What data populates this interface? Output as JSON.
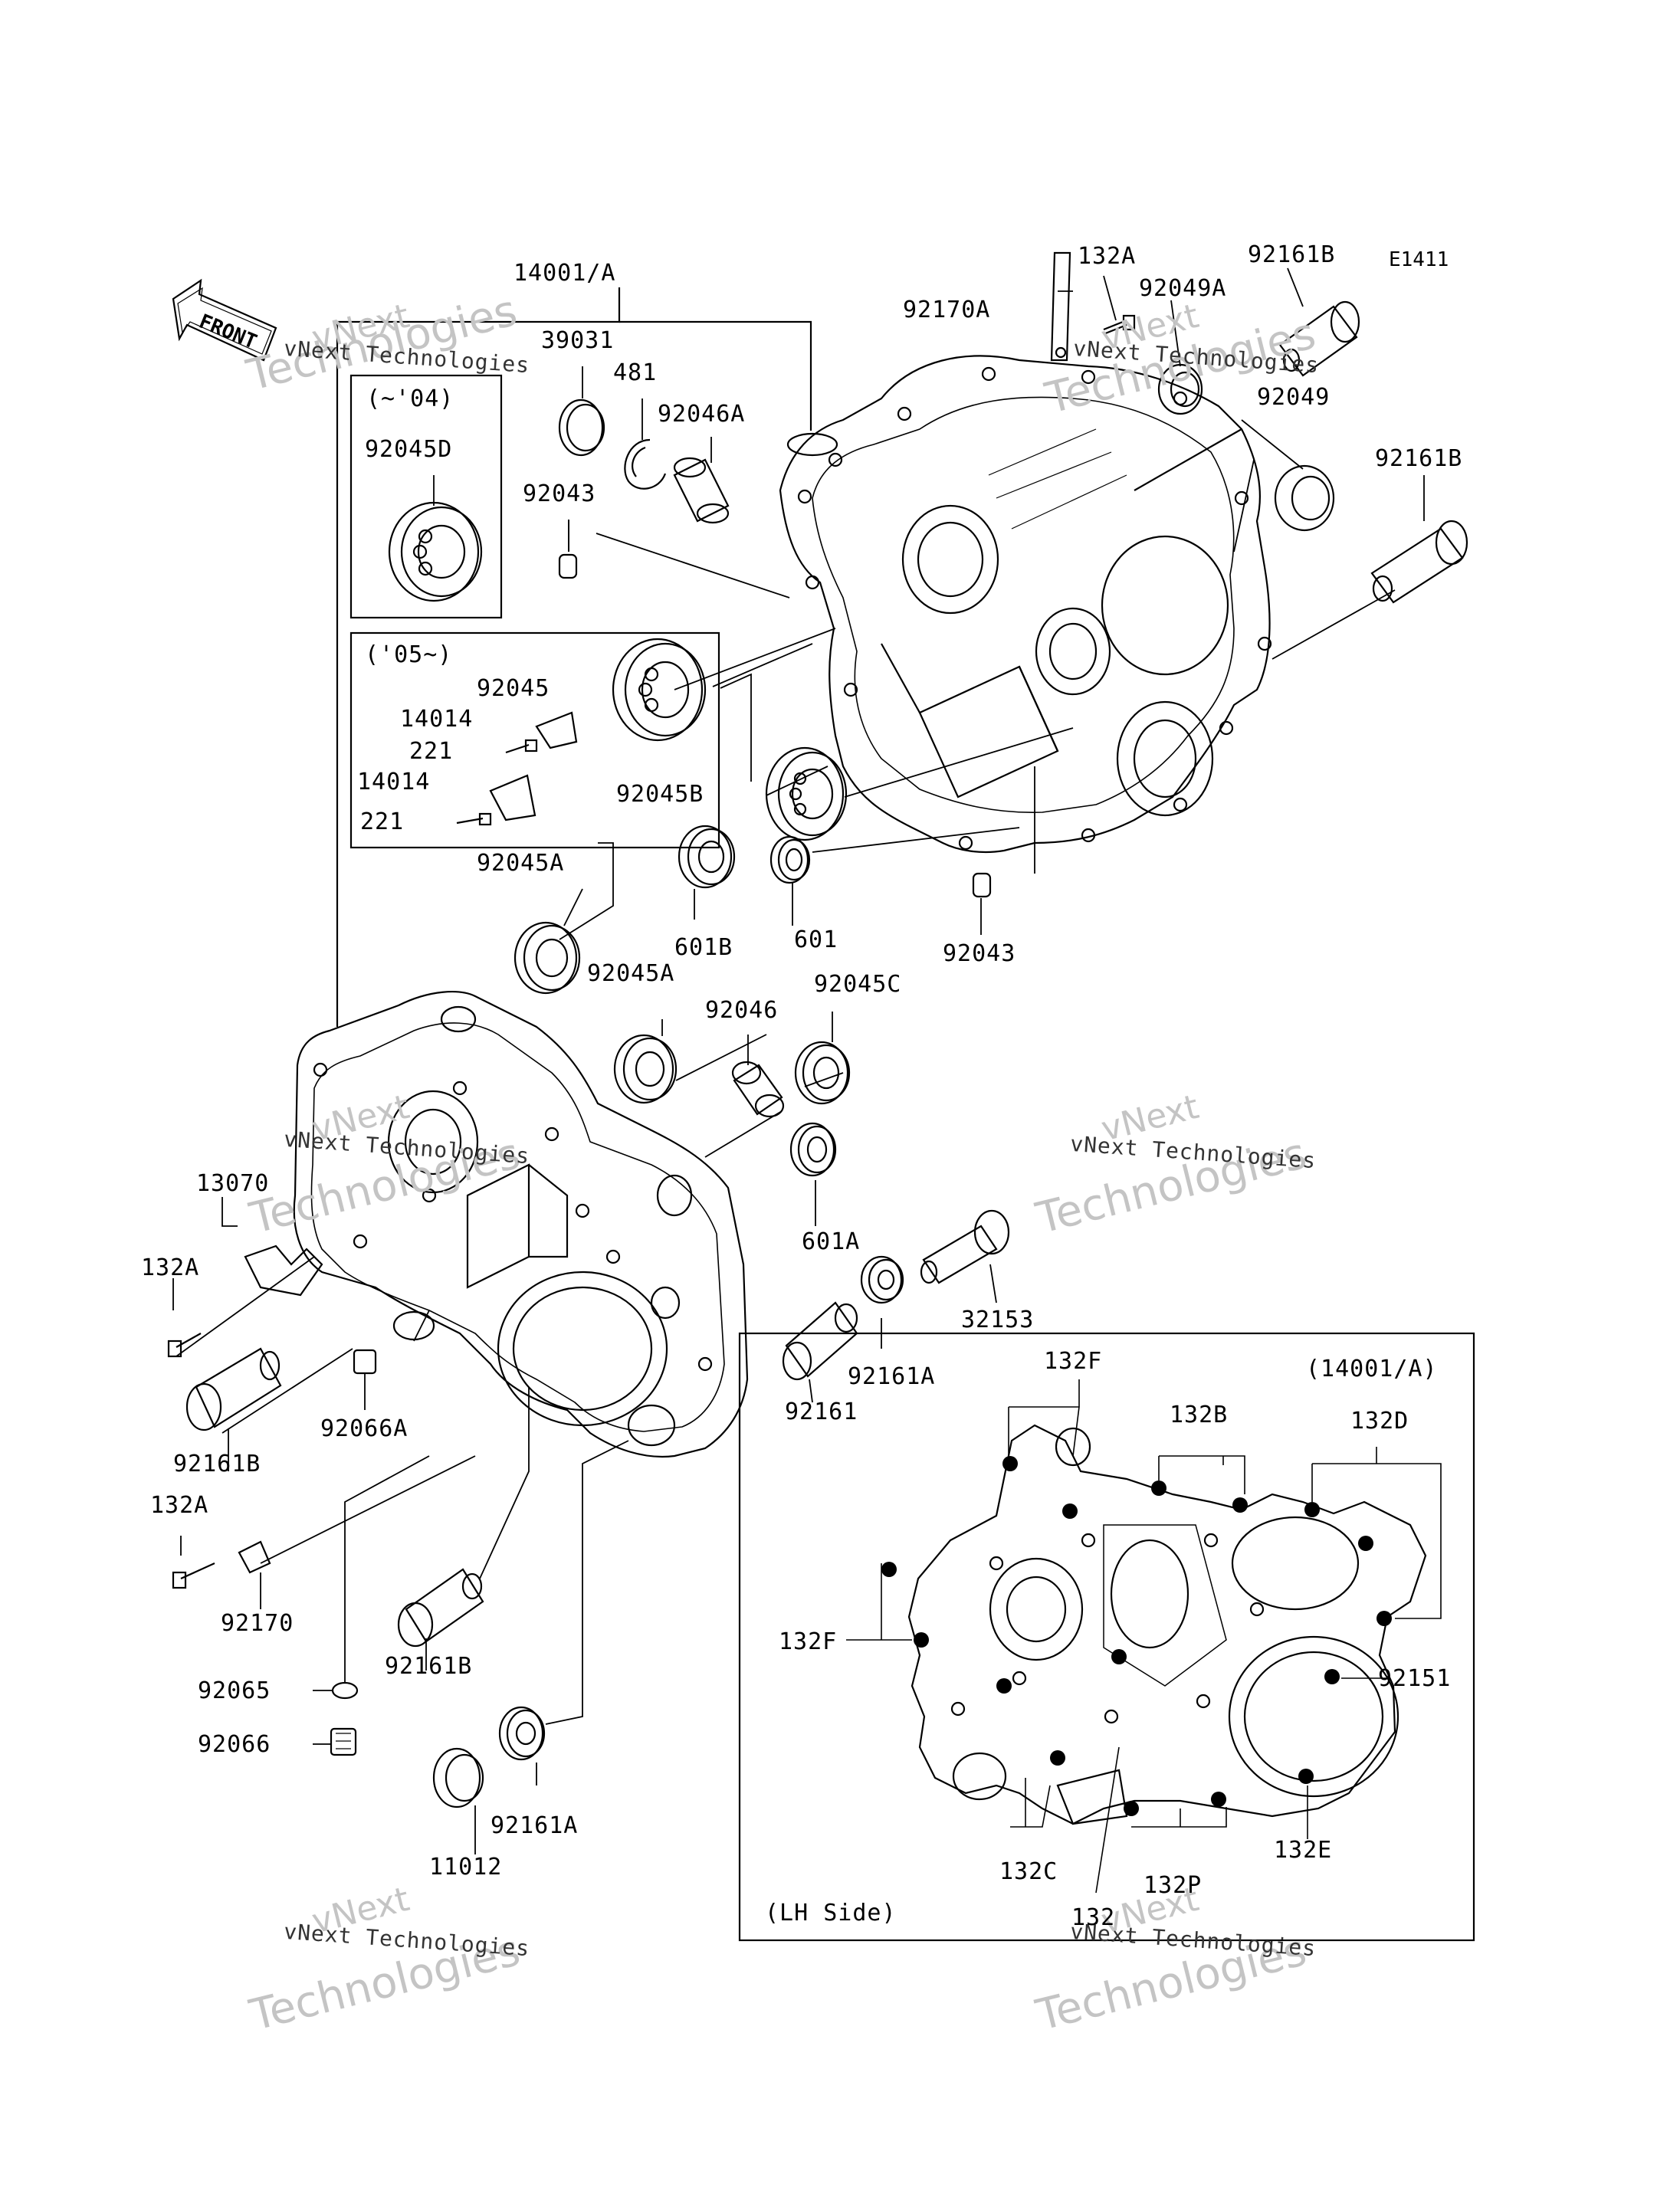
{
  "diagram_code": "E1411",
  "front_label": "FRONT",
  "watermark": {
    "line1": "vNext Technologies",
    "line2": "Technologies",
    "line3": "vNext"
  },
  "labels": {
    "l14001A_top": "14001/A",
    "l39031": "39031",
    "l481": "481",
    "l92046A": "92046A",
    "l04": "(~'04)",
    "l92045D": "92045D",
    "l92043_top": "92043",
    "l92170A": "92170A",
    "l132A_top": "132A",
    "l92049A": "92049A",
    "l92161B_top1": "92161B",
    "l92049": "92049",
    "l92161B_top2": "92161B",
    "l05": "('05~)",
    "l92045": "92045",
    "l14014_a": "14014",
    "l221_a": "221",
    "l14014_b": "14014",
    "l221_b": "221",
    "l92045B": "92045B",
    "l92045A_1": "92045A",
    "l601B": "601B",
    "l601": "601",
    "l92043_mid": "92043",
    "l92045A_2": "92045A",
    "l92046": "92046",
    "l92045C": "92045C",
    "l13070": "13070",
    "l132A_left": "132A",
    "l601A": "601A",
    "l32153": "32153",
    "l92161": "92161",
    "l92161A_1": "92161A",
    "l92066A": "92066A",
    "l92161B_left": "92161B",
    "l132A_left2": "132A",
    "l92170": "92170",
    "l92161B_bottom": "92161B",
    "l92065": "92065",
    "l92066": "92066",
    "l11012": "11012",
    "l92161A_2": "92161A",
    "inset_title": "(14001/A)",
    "l132F_top": "132F",
    "l132B": "132B",
    "l132D": "132D",
    "l132F_left": "132F",
    "l92151": "92151",
    "l132C": "132C",
    "l132": "132",
    "l132P": "132P",
    "l132E": "132E",
    "lh_side": "(LH Side)"
  }
}
